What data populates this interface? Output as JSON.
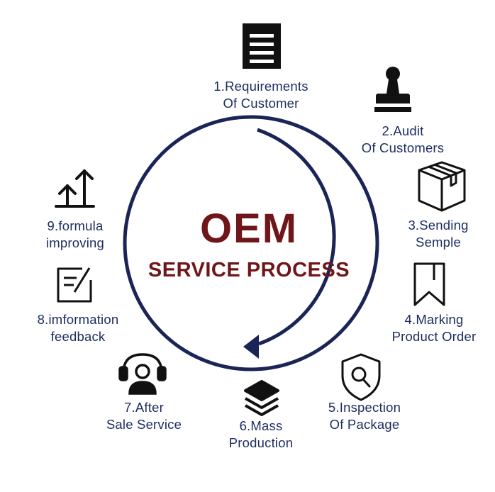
{
  "center": {
    "title": "OEM",
    "subtitle": "SERVICE PROCESS"
  },
  "colors": {
    "ring": "#1b2456",
    "title": "#6e1619",
    "label": "#1d2b5e",
    "icon": "#111111"
  },
  "steps": [
    {
      "icon": "document-icon",
      "line1": "1.Requirements",
      "line2": "Of Customer"
    },
    {
      "icon": "stamp-icon",
      "line1": "2.Audit",
      "line2": "Of Customers"
    },
    {
      "icon": "package-box-icon",
      "line1": "3.Sending",
      "line2": "Semple"
    },
    {
      "icon": "bookmark-icon",
      "line1": "4.Marking",
      "line2": "Product Order"
    },
    {
      "icon": "shield-search-icon",
      "line1": "5.Inspection",
      "line2": "Of Package"
    },
    {
      "icon": "layers-icon",
      "line1": "6.Mass",
      "line2": "Production"
    },
    {
      "icon": "headset-agent-icon",
      "line1": "7.After",
      "line2": "Sale Service"
    },
    {
      "icon": "edit-form-icon",
      "line1": "8.imformation",
      "line2": "feedback"
    },
    {
      "icon": "growth-arrows-icon",
      "line1": "9.formula",
      "line2": "improving"
    }
  ]
}
